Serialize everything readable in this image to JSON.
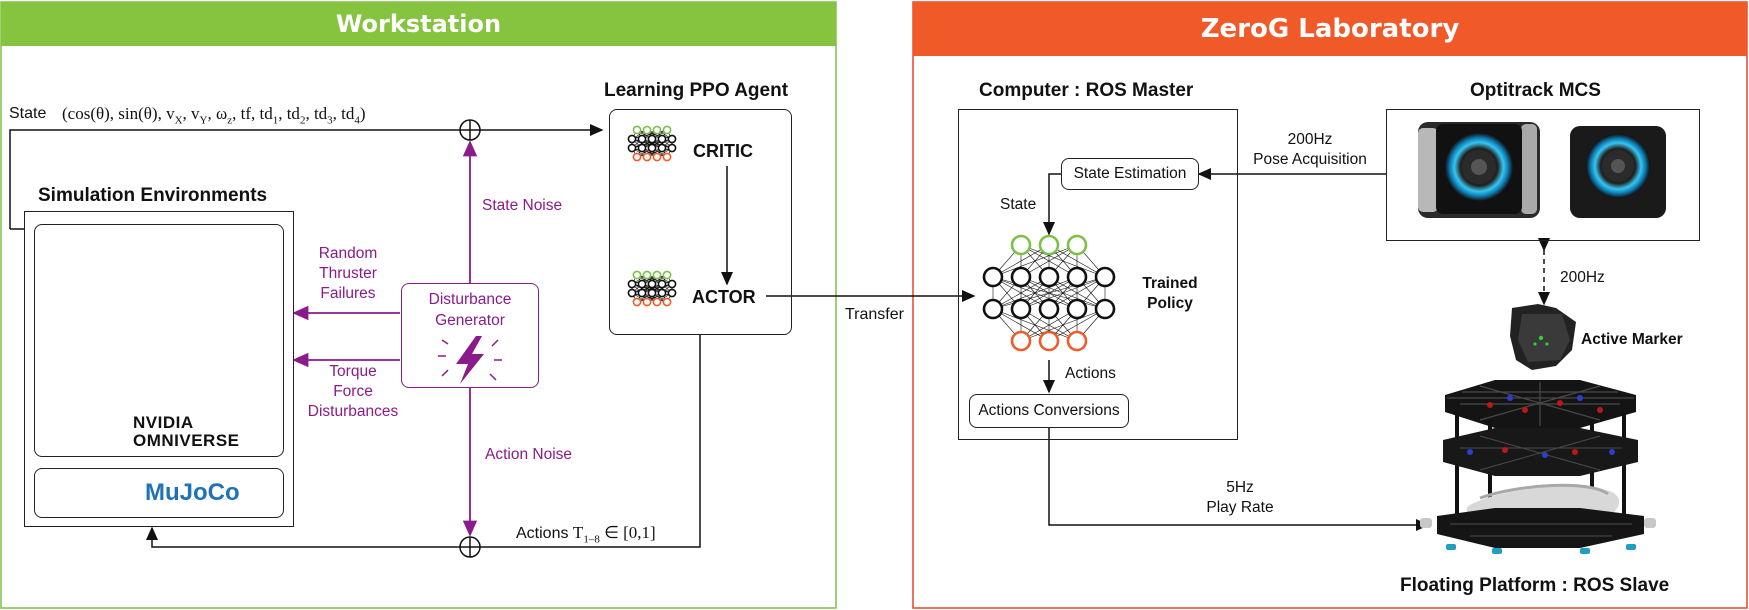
{
  "workstation": {
    "title": "Workstation",
    "state_label": "State",
    "state_vector": "(cos(θ), sin(θ), v",
    "state_vec_parts": {
      "p1": "(cos(θ), sin(θ), v",
      "s1": "X",
      "p2": ", v",
      "s2": "Y",
      "p3": ", ω",
      "s3": "z",
      "p4": ", tf, td",
      "s4": "1",
      "p5": ", td",
      "s5": "2",
      "p6": ", td",
      "s6": "3",
      "p7": ", td",
      "s7": "4",
      "p8": ")"
    },
    "sim_env_title": "Simulation Environments",
    "nvidia_line1": "NVIDIA",
    "nvidia_line2": "OMNIVERSE",
    "mujoco": "MuJoCo",
    "agent_title": "Learning PPO Agent",
    "critic": "CRITIC",
    "actor": "ACTOR",
    "state_noise": "State Noise",
    "action_noise": "Action Noise",
    "random_thruster": [
      "Random",
      "Thruster",
      "Failures"
    ],
    "torque_force": [
      "Torque",
      "Force",
      "Disturbances"
    ],
    "disturbance_generator": [
      "Disturbance",
      "Generator"
    ],
    "actions_prefix": "Actions",
    "actions_T": "T",
    "actions_sub": "1–8",
    "actions_suffix": " ∈ [0,1]"
  },
  "transfer_label": "Transfer",
  "lab": {
    "title": "ZeroG Laboratory",
    "computer_title": "Computer : ROS Master",
    "state_estimation": "State Estimation",
    "state": "State",
    "trained_policy": [
      "Trained",
      "Policy"
    ],
    "actions": "Actions",
    "actions_conversions": "Actions Conversions",
    "optitrack_title": "Optitrack MCS",
    "pose_rate": "200Hz",
    "pose_acq": "Pose Acquisition",
    "marker_rate": "200Hz",
    "active_marker": "Active Marker",
    "play_rate_hz": "5Hz",
    "play_rate": "Play Rate",
    "platform_title": "Floating Platform : ROS Slave"
  },
  "colors": {
    "workstation_header": "#86c440",
    "lab_header": "#f05a28",
    "workstation_border": "#7cc04a",
    "lab_border": "#e8452c",
    "purple": "#8b1a8b",
    "nvidia_green": "#76b900",
    "mujoco_blue": "#1f72b8"
  }
}
